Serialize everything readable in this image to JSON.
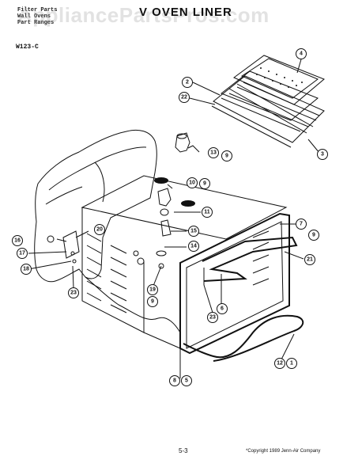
{
  "header": {
    "small_lines": [
      "Filter Parts",
      "Wall Ovens",
      "Part Ranges"
    ],
    "title": "V OVEN LINER",
    "model": "W123-C"
  },
  "watermark": "AppliancePartsPros.com",
  "footer": {
    "page": "5-3",
    "copyright": "*Copyright 1989 Jenn-Air Company"
  },
  "callouts": [
    {
      "id": "c4",
      "label": "4"
    },
    {
      "id": "c2",
      "label": "2"
    },
    {
      "id": "c22",
      "label": "22"
    },
    {
      "id": "c3",
      "label": "3"
    },
    {
      "id": "c13",
      "label": "13"
    },
    {
      "id": "c9a",
      "label": "9"
    },
    {
      "id": "c10",
      "label": "10"
    },
    {
      "id": "c9b",
      "label": "9"
    },
    {
      "id": "c11",
      "label": "11"
    },
    {
      "id": "c20",
      "label": "20"
    },
    {
      "id": "c16",
      "label": "16"
    },
    {
      "id": "c17",
      "label": "17"
    },
    {
      "id": "c18",
      "label": "18"
    },
    {
      "id": "c15",
      "label": "15"
    },
    {
      "id": "c14",
      "label": "14"
    },
    {
      "id": "c7",
      "label": "7"
    },
    {
      "id": "c9c",
      "label": "9"
    },
    {
      "id": "c21",
      "label": "21"
    },
    {
      "id": "c23a",
      "label": "23"
    },
    {
      "id": "c19",
      "label": "19"
    },
    {
      "id": "c9d",
      "label": "9"
    },
    {
      "id": "c6",
      "label": "6"
    },
    {
      "id": "c23b",
      "label": "23"
    },
    {
      "id": "c12",
      "label": "12"
    },
    {
      "id": "c1",
      "label": "1"
    },
    {
      "id": "c8",
      "label": "8"
    },
    {
      "id": "c5",
      "label": "5"
    }
  ]
}
